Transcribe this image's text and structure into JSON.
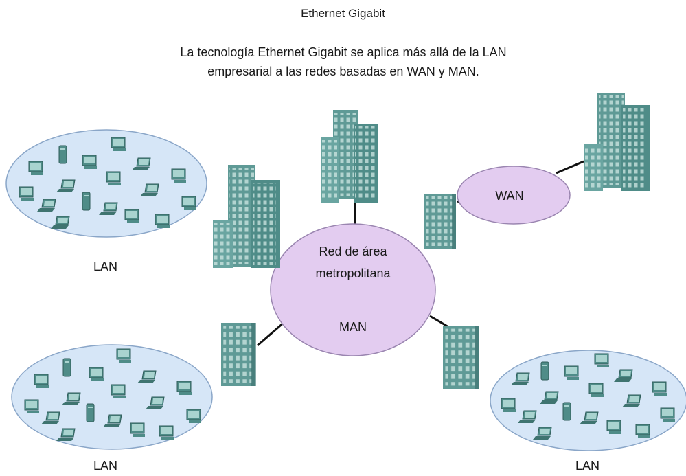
{
  "title": "Ethernet Gigabit",
  "subtitle_line1": "La tecnología Ethernet Gigabit se aplica más allá de la LAN",
  "subtitle_line2": "empresarial a las redes basadas en WAN y MAN.",
  "man": {
    "line1": "Red de área",
    "line2": "metropolitana",
    "abbr": "MAN"
  },
  "wan": {
    "label": "WAN"
  },
  "lans": [
    "LAN",
    "LAN",
    "LAN"
  ],
  "colors": {
    "cloud_fill": "#e3ccf0",
    "cloud_stroke": "#9a85b0",
    "lan_fill": "#d6e6f7",
    "lan_stroke": "#8aa6c8",
    "building": "#5f9a96",
    "building_dark": "#3f7470",
    "window": "#cfe6e2"
  },
  "icons": [
    "building-icon",
    "computer-icon",
    "laptop-icon",
    "server-icon"
  ]
}
